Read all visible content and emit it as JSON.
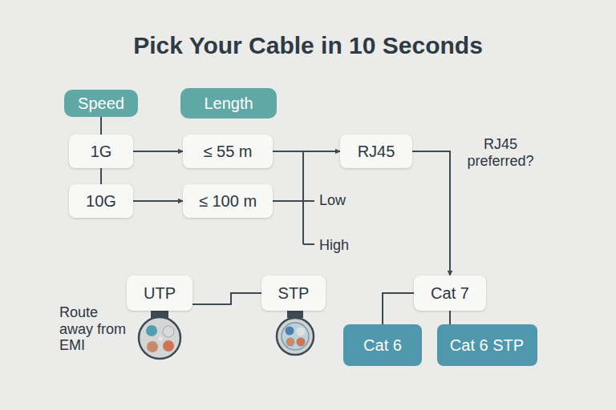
{
  "diagram": {
    "title": "Pick Your Cable in 10 Seconds",
    "nodes": [
      {
        "text": [
          "Speed"
        ]
      },
      {
        "text": [
          "Length"
        ]
      },
      {
        "text": [
          "1G"
        ]
      },
      {
        "text": [
          "≤ 55 m"
        ]
      },
      {
        "text": [
          "RJ45"
        ]
      },
      {
        "text": [
          "10G"
        ]
      },
      {
        "text": [
          "≤ 100 m"
        ]
      },
      {
        "text": [
          "UTP"
        ]
      },
      {
        "text": [
          "STP"
        ]
      },
      {
        "text": [
          "Cat 7"
        ]
      },
      {
        "text": [
          "Cat 6"
        ]
      },
      {
        "text": [
          "Cat 6 STP"
        ]
      }
    ],
    "edges": [
      {
        "from": 0,
        "to": 2,
        "arrow": "none"
      },
      {
        "from": 2,
        "to": 5,
        "arrow": "none"
      },
      {
        "from": 2,
        "to": 3,
        "arrow": "to"
      },
      {
        "from": 5,
        "to": 6,
        "arrow": "to"
      },
      {
        "from": 3,
        "to": 4,
        "arrow": "to"
      },
      {
        "from": 4,
        "to": 9,
        "arrow": "to"
      },
      {
        "from": 7,
        "to": 8,
        "arrow": "none"
      },
      {
        "from": 9,
        "to": 10,
        "arrow": "none"
      },
      {
        "from": 9,
        "to": 11,
        "arrow": "none"
      }
    ],
    "labels": [
      "RJ45 preferred?",
      "Low",
      "High",
      "Route away from EMI"
    ]
  }
}
